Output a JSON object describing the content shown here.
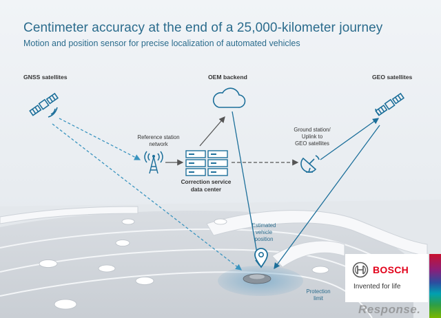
{
  "title": "Centimeter accuracy at the end of a 25,000-kilometer journey",
  "subtitle": "Motion and position sensor for precise localization of automated vehicles",
  "nodes": {
    "gnss": "GNSS satellites",
    "oem": "OEM backend",
    "geo": "GEO satellites",
    "reference_line1": "Reference station",
    "reference_line2": "network",
    "ground_line1": "Ground station/",
    "ground_line2": "Uplink to",
    "ground_line3": "GEO satellites",
    "correction_line1": "Correction service",
    "correction_line2": "data center",
    "estimated_line1": "Estimated",
    "estimated_line2": "vehicle",
    "estimated_line3": "position",
    "protection_line1": "Protection",
    "protection_line2": "limit"
  },
  "brand": {
    "name": "BOSCH",
    "tagline": "Invented for life",
    "brand_color": "#e2001a"
  },
  "watermark": "Response.",
  "colors": {
    "accent": "#2a6b8c",
    "link_dark": "#555555",
    "link_blue": "#1c6f9a"
  }
}
